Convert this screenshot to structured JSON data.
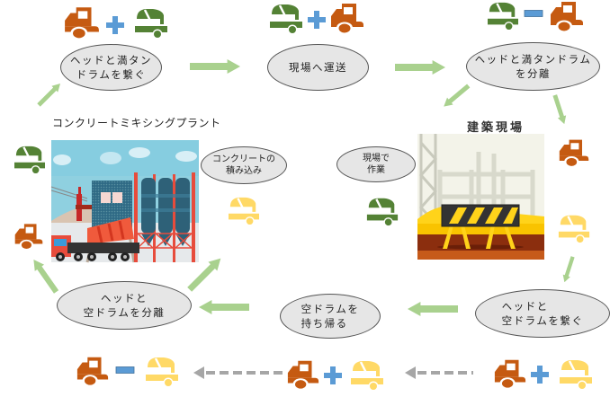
{
  "colors": {
    "head_orange": "#c55a11",
    "drum_full_green": "#548235",
    "drum_empty_yellow": "#ffd966",
    "operator_blue": "#5b9bd5",
    "arrow_green": "#a9d18e",
    "arrow_gray": "#a6a6a6",
    "ellipse_fill": "#e6e6e6"
  },
  "labels": {
    "plant_title": "コンクリートミキシングプラント",
    "site_title": "建築現場"
  },
  "steps": [
    {
      "id": "connect-full",
      "text": "ヘッドと満タン\nドラムを繋ぐ",
      "icons": [
        "head-truck",
        "plus",
        "full-drum"
      ]
    },
    {
      "id": "transport",
      "text": "現場へ運送",
      "icons": [
        "full-drum",
        "plus",
        "head-truck"
      ]
    },
    {
      "id": "separate-full",
      "text": "ヘッドと満タンドラム\nを分離",
      "icons": [
        "full-drum",
        "minus",
        "head-truck"
      ]
    },
    {
      "id": "connect-empty",
      "text": "ヘッドと\n空ドラムを繋ぐ",
      "icons": [
        "head-truck",
        "plus",
        "empty-drum"
      ]
    },
    {
      "id": "return-empty",
      "text": "空ドラムを\n持ち帰る",
      "icons": [
        "head-truck",
        "plus",
        "empty-drum"
      ]
    },
    {
      "id": "separate-empty",
      "text": "ヘッドと\n空ドラムを分離",
      "icons": [
        "head-truck",
        "minus",
        "empty-drum"
      ]
    }
  ],
  "side_notes": {
    "loading": "コンクリートの\n積み込み",
    "onsite_work": "現場で\n作業"
  }
}
